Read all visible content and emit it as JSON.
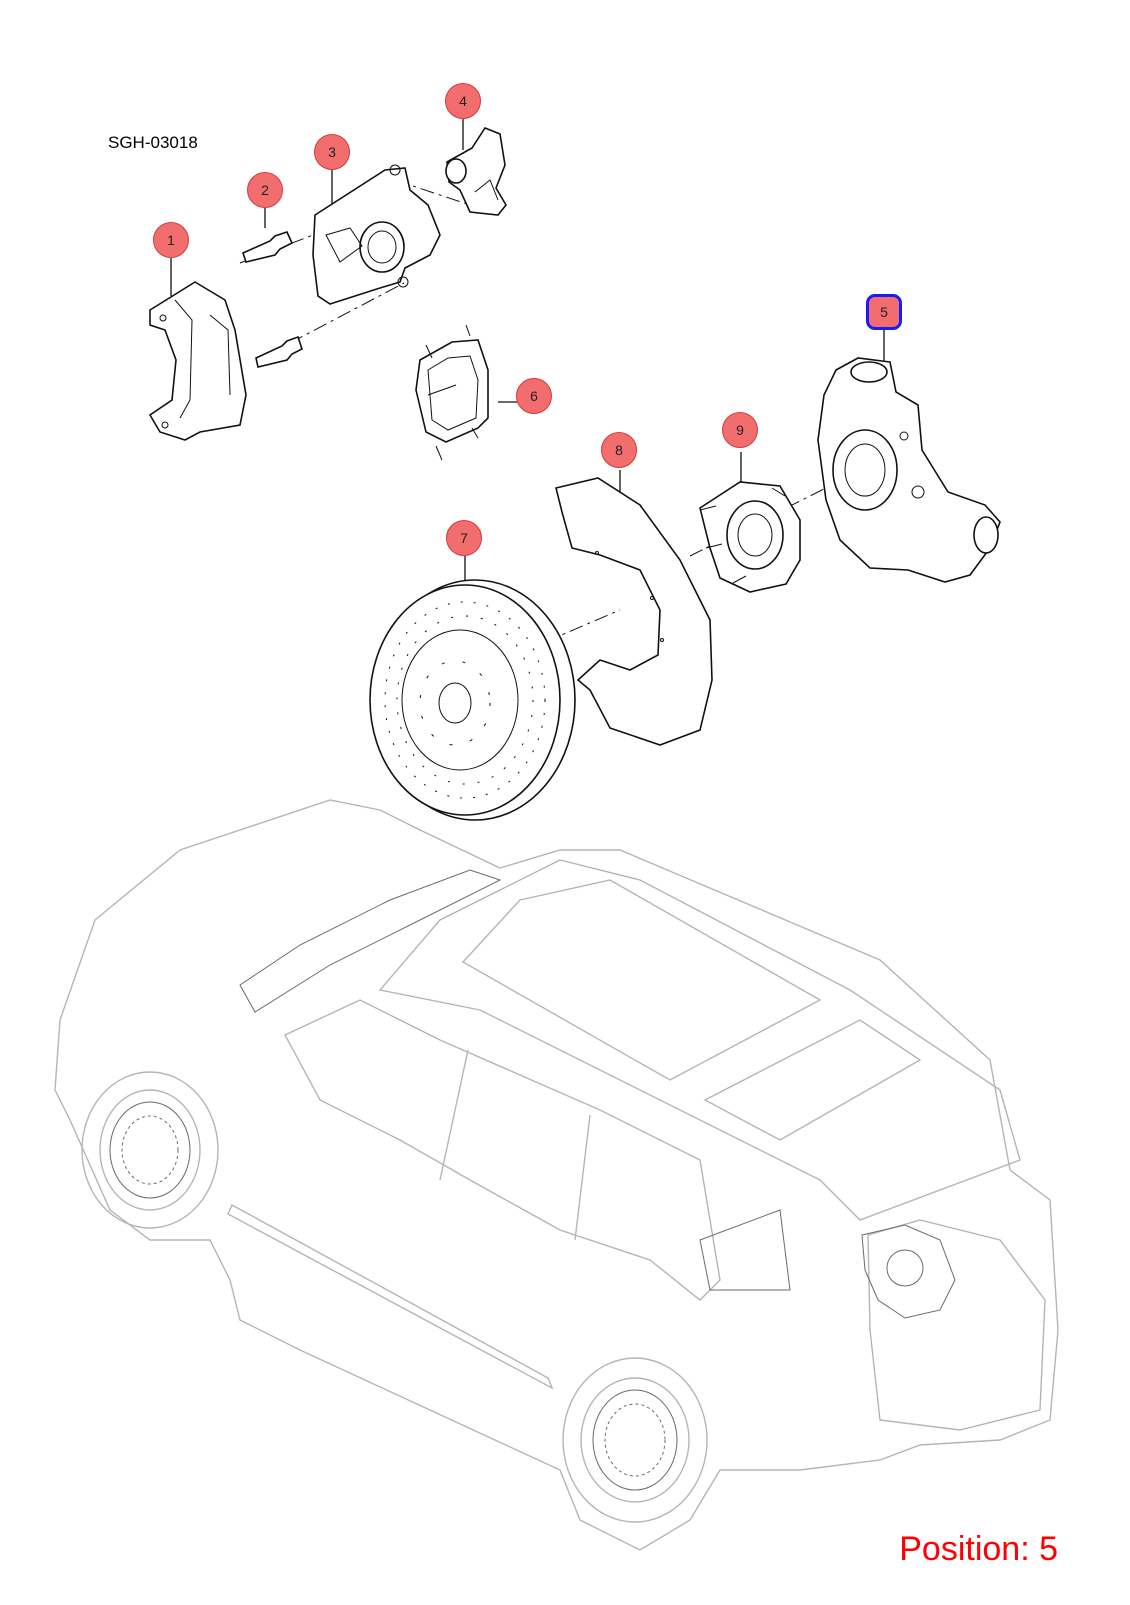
{
  "diagram": {
    "code": "SGH-03018",
    "position_text": "Position: 5",
    "selected_callout": "5",
    "callouts": [
      {
        "label": "1"
      },
      {
        "label": "2"
      },
      {
        "label": "3"
      },
      {
        "label": "4"
      },
      {
        "label": "5"
      },
      {
        "label": "6"
      },
      {
        "label": "7"
      },
      {
        "label": "8"
      },
      {
        "label": "9"
      }
    ]
  },
  "colors": {
    "callout_fill": "#f26d6d",
    "selected_border": "#1a1aff",
    "position_text": "#ff0000"
  }
}
